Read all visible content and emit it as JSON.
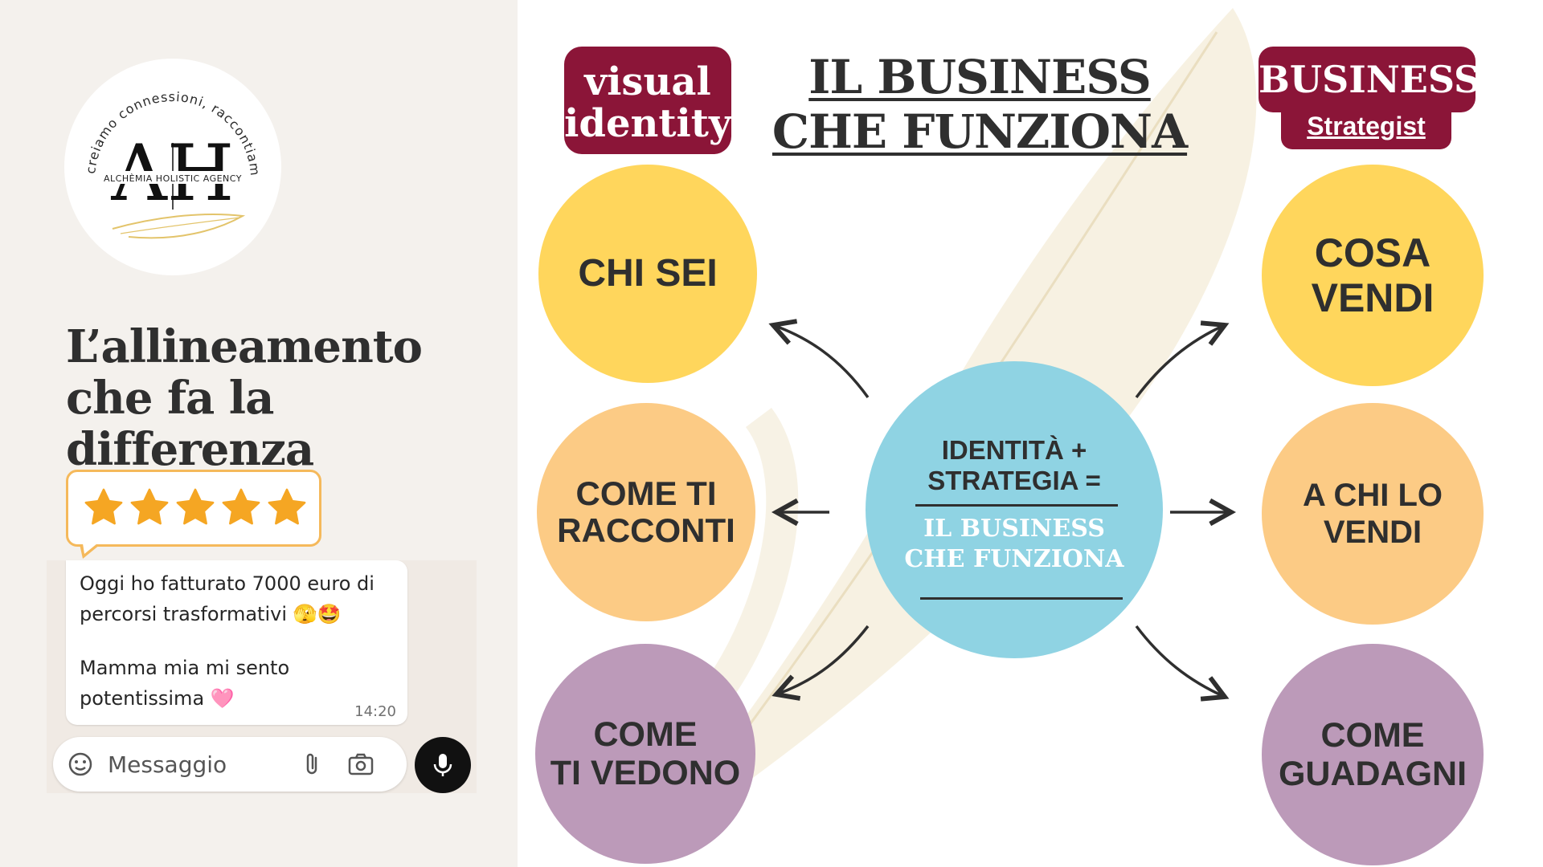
{
  "left": {
    "logo": {
      "ring_text": "creiamo connessioni, raccontiamo essenze",
      "monogram": "AH",
      "agency_name": "ALCHÈMIA HOLISTIC AGENCY"
    },
    "headline": {
      "line1": "L’allineamento",
      "line2": "che fa la differenza"
    },
    "rating": {
      "stars": 5,
      "max": 5,
      "color": "#f5a623"
    },
    "chat": {
      "message_line1": "Oggi ho fatturato 7000 euro di",
      "message_line2": "percorsi trasformativi 🫣🤩",
      "message_line3": "Mamma mia mi sento",
      "message_line4": "potentissima 🩷",
      "time": "14:20",
      "input_placeholder": "Messaggio"
    }
  },
  "right": {
    "tag_left": {
      "line1": "visual",
      "line2": "identity"
    },
    "title": {
      "line1": "IL BUSINESS",
      "line2": "CHE FUNZIONA"
    },
    "tag_right": {
      "line1": "BUSINESS",
      "line2": "Strategist"
    },
    "center": {
      "line1": "IDENTITÀ +",
      "line2": "STRATEGIA  =",
      "line3": "IL BUSINESS",
      "line4": "CHE FUNZIONA"
    },
    "nodes": {
      "chi_sei": "CHI SEI",
      "come_ti_racconti": {
        "line1": "COME TI",
        "line2": "RACCONTI"
      },
      "come_ti_vedono": {
        "line1": "COME",
        "line2": "TI VEDONO"
      },
      "cosa_vendi": {
        "line1": "COSA",
        "line2": "VENDI"
      },
      "a_chi_lo_vendi": {
        "line1": "A CHI LO",
        "line2": "VENDI"
      },
      "come_guadagni": {
        "line1": "COME",
        "line2": "GUADAGNI"
      }
    }
  },
  "colors": {
    "maroon": "#8b1538",
    "yellow": "#ffd65c",
    "orange": "#fccb85",
    "purple": "#bc9ab9",
    "blue": "#8fd3e3",
    "text_dark": "#2f2f2f"
  }
}
